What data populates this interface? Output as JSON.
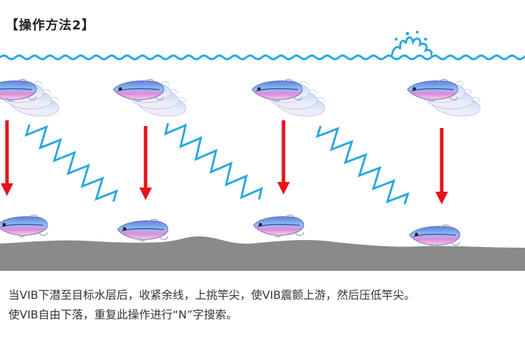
{
  "heading": "【操作方法2】",
  "caption": {
    "line1": "当VIB下潜至目标水层后，收紧余线，上挑竿尖，使VIB震颤上游，然后压低竿尖。",
    "line2": "使VIB自由下落，重复此操作进行“N”字搜索。"
  },
  "colors": {
    "water_line": "#2aa8e0",
    "zigzag": "#2aa8e0",
    "arrow": "#e8121a",
    "seabed": "#8a8a8a",
    "lure_body": "#7aa8e6",
    "lure_belly": "#e07ad6"
  },
  "icons": {
    "splash": "water-splash-icon",
    "lure": "vib-lure-icon",
    "arrow": "down-arrow-icon"
  }
}
